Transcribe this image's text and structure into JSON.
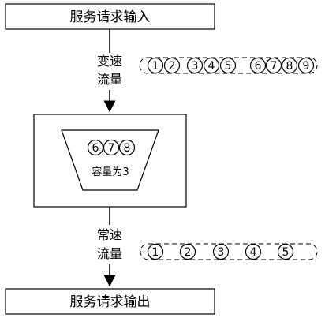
{
  "input_box": {
    "label": "服务请求输入"
  },
  "output_box": {
    "label": "服务请求输出"
  },
  "upper_flow": {
    "label_line1": "变速",
    "label_line2": "流量",
    "packets": [
      "1",
      "2",
      "3",
      "4",
      "5",
      "6",
      "7",
      "8",
      "9"
    ]
  },
  "bucket": {
    "items": [
      "6",
      "7",
      "8"
    ],
    "capacity_label": "容量为3"
  },
  "lower_flow": {
    "label_line1": "常速",
    "label_line2": "流量",
    "packets": [
      "1",
      "2",
      "3",
      "4",
      "5"
    ]
  }
}
